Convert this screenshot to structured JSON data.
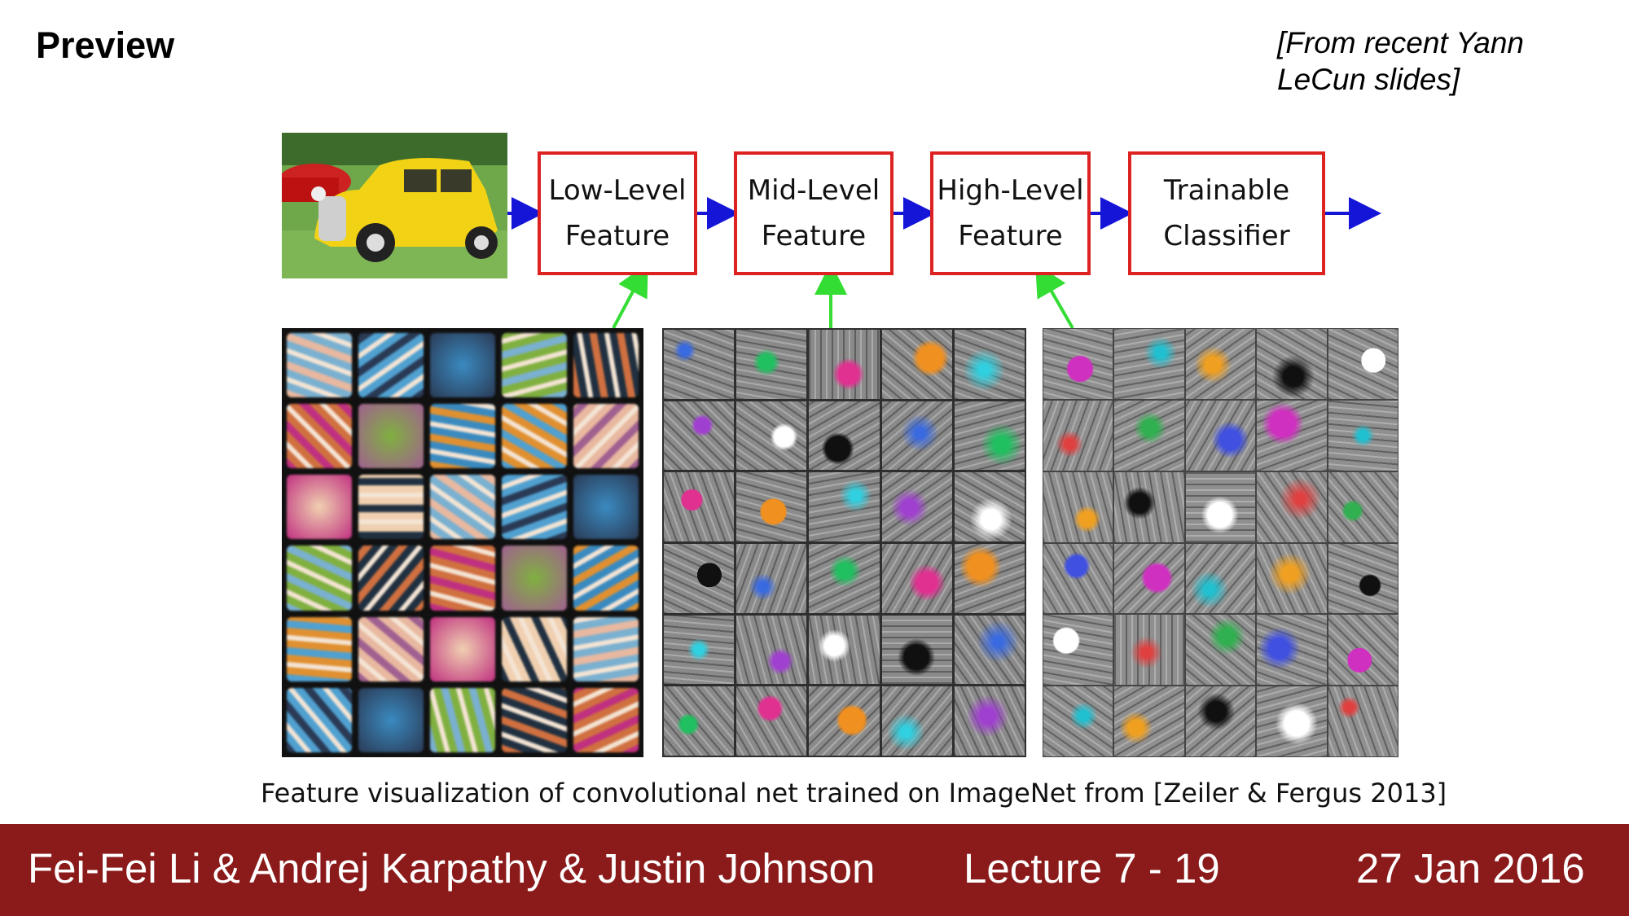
{
  "slide": {
    "title": "Preview",
    "citation_line1": "[From recent Yann",
    "citation_line2": "LeCun slides]",
    "caption": "Feature visualization of convolutional net trained on ImageNet from [Zeiler & Fergus 2013]"
  },
  "pipeline": {
    "stages": [
      {
        "line1": "Low-Level",
        "line2": "Feature"
      },
      {
        "line1": "Mid-Level",
        "line2": "Feature"
      },
      {
        "line1": "High-Level",
        "line2": "Feature"
      },
      {
        "line1": "Trainable",
        "line2": "Classifier"
      }
    ],
    "box_border_color": "#dd2222",
    "flow_arrow_color": "#1515d8",
    "link_arrow_color": "#33dd33"
  },
  "footer": {
    "authors": "Fei-Fei Li & Andrej Karpathy & Justin Johnson",
    "lecture": "Lecture 7 - 19",
    "date": "27 Jan 2016",
    "background_color": "#8b1a1a"
  }
}
